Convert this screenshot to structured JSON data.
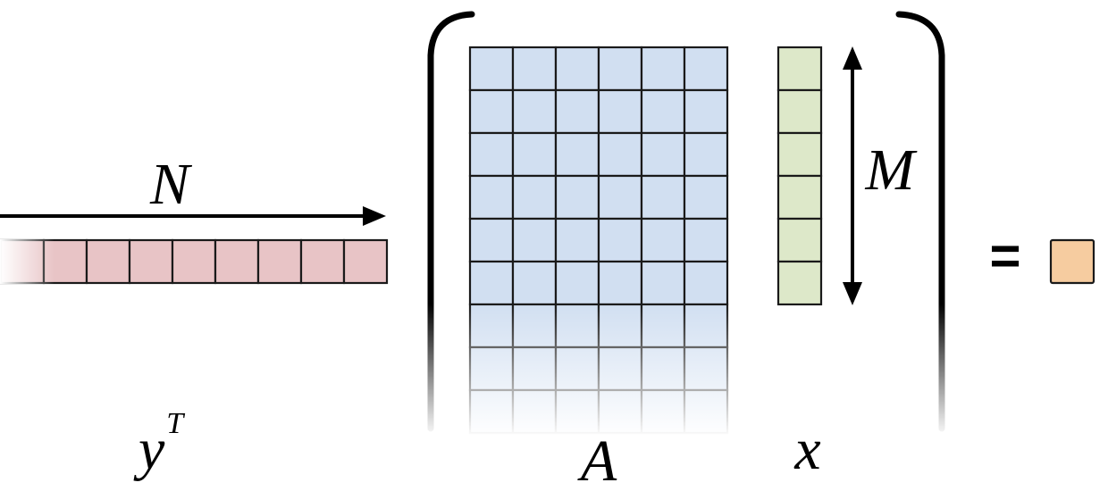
{
  "labels": {
    "n": "N",
    "m": "M",
    "y": "y",
    "y_sup": "T",
    "a": "A",
    "x": "x",
    "equals": "="
  },
  "grids": {
    "y_vector": {
      "cells": 9,
      "visible_from": 3
    },
    "a_matrix": {
      "rows": 9,
      "cols": 6,
      "solid_rows": 6
    },
    "x_vector": {
      "cells": 6
    }
  },
  "colors": {
    "y_fill": "#e8c4c6",
    "a_fill": "#d1dff1",
    "x_fill": "#dde8c9",
    "result_fill": "#f6cca0",
    "stroke": "#1a1a1a"
  }
}
